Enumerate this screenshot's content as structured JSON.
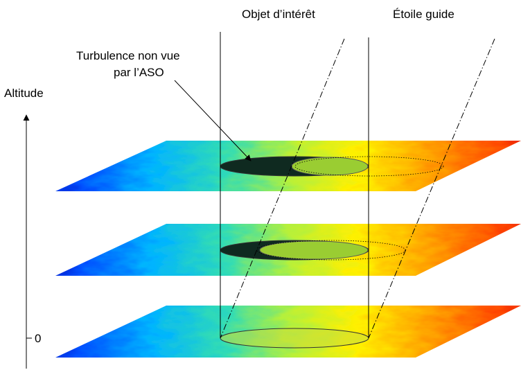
{
  "labels": {
    "object": "Objet d’intérêt",
    "guide_star": "Étoile guide",
    "turbulence_line1": "Turbulence non vue",
    "turbulence_line2": "par l’ASO",
    "altitude": "Altitude",
    "zero": "0"
  },
  "colors": {
    "unseen_turbulence": "#0f2a20",
    "overlap_region": "#9acd32",
    "ground_disc": "#c8dc3c",
    "ink": "#000000",
    "colormap": [
      "#0000b4",
      "#0050ff",
      "#00b4ff",
      "#32dcb4",
      "#b4f03c",
      "#fff000",
      "#ffa000",
      "#ff4600",
      "#d70000"
    ]
  },
  "layers": [
    {
      "name": "high-altitude-layer"
    },
    {
      "name": "mid-altitude-layer"
    },
    {
      "name": "ground-layer"
    }
  ]
}
